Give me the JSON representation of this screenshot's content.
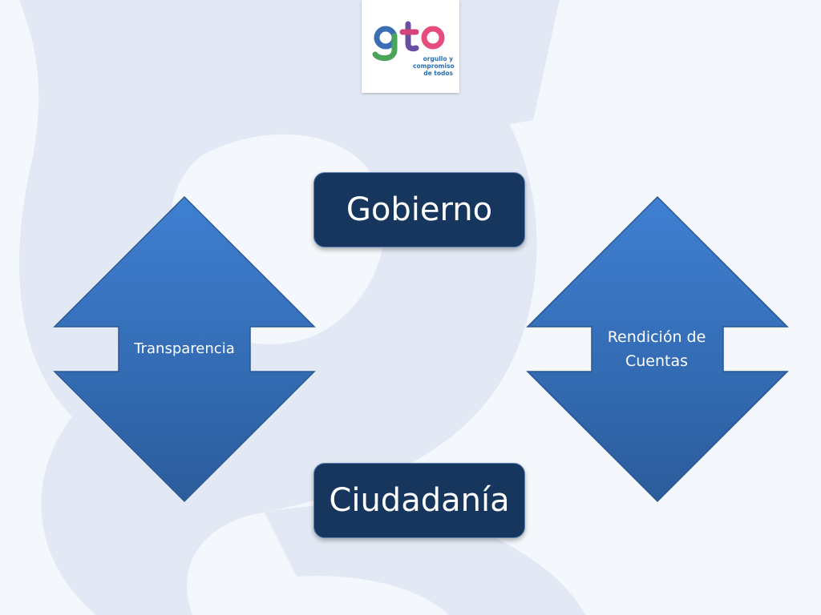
{
  "logo": {
    "wordmark": "gto",
    "tagline_line1": "orgullo y",
    "tagline_line2": "compromiso",
    "tagline_line3": "de todos"
  },
  "nodes": {
    "top": "Gobierno",
    "bottom": "Ciudadanía"
  },
  "arrows": {
    "left_label": "Transparencia",
    "right_label_line1": "Rendición de",
    "right_label_line2": "Cuentas"
  },
  "colors": {
    "box_fill": "#17365d",
    "arrow_top": "#3e7fd0",
    "arrow_bottom": "#2a5a9a",
    "background": "#f4f7fb",
    "background_shape": "#e2e9f4"
  }
}
